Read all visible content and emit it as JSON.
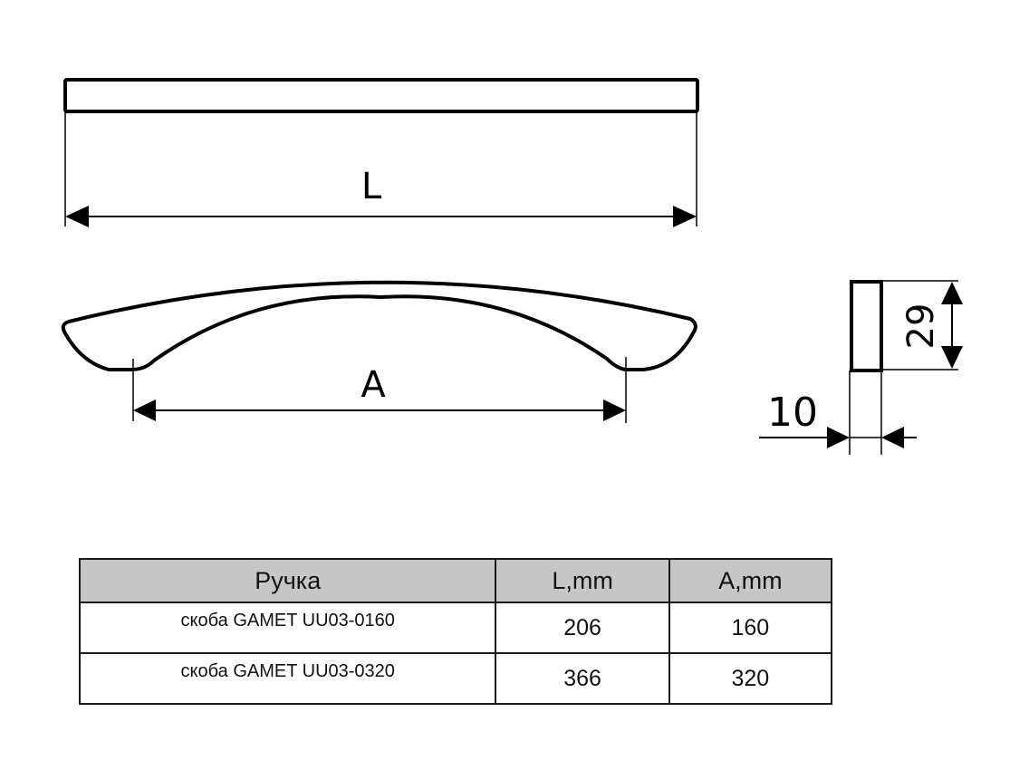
{
  "drawing": {
    "top_view": {
      "dimension_label": "L"
    },
    "side_view": {
      "dimension_label": "A"
    },
    "profile_view": {
      "height_label": "29",
      "width_label": "10"
    }
  },
  "table": {
    "headers": [
      "Ручка",
      "L,mm",
      "A,mm"
    ],
    "rows": [
      {
        "name": "скоба GAMET UU03-0160",
        "L": "206",
        "A": "160"
      },
      {
        "name": "скоба GAMET UU03-0320",
        "L": "366",
        "A": "320"
      }
    ],
    "header_bg": "#c6c6c6",
    "border_color": "#1a1a1a"
  }
}
